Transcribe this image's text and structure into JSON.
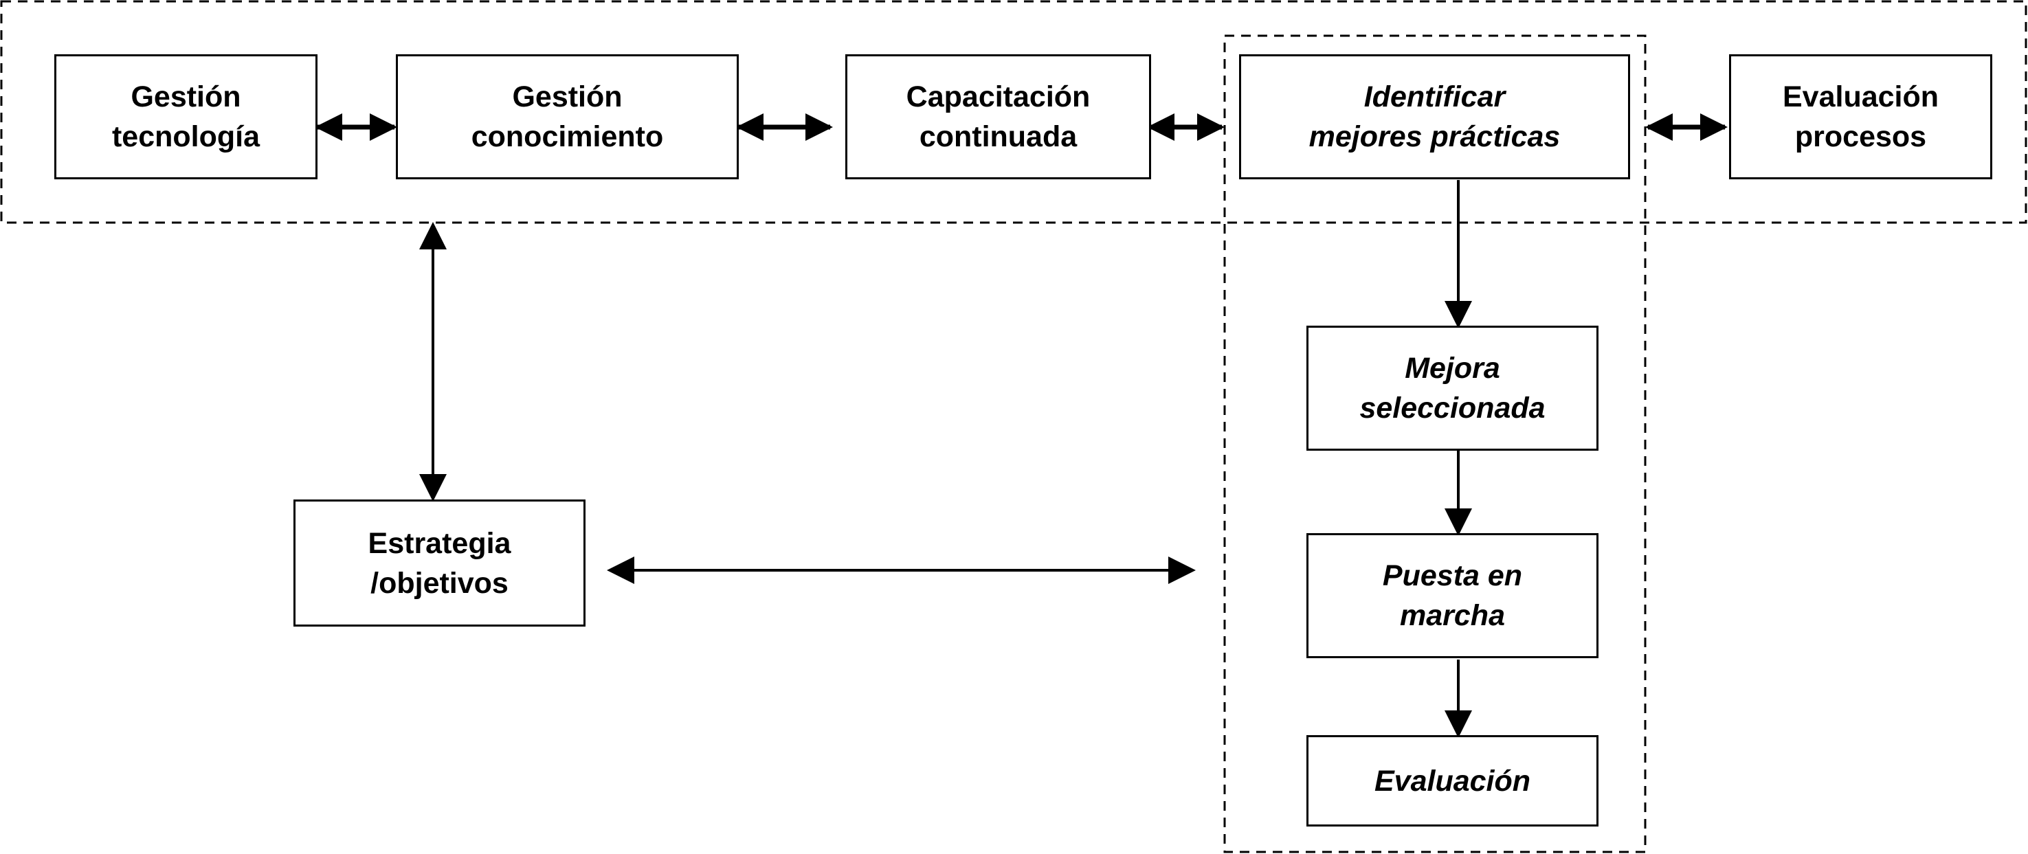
{
  "diagram": {
    "boxes": {
      "gestion_tecnologia": "Gestión\ntecnología",
      "gestion_conocimiento": "Gestión\nconocimiento",
      "capacitacion_continuada": "Capacitación\ncontinuada",
      "identificar_mejores_practicas": "Identificar\nmejores prácticas",
      "evaluacion_procesos": "Evaluación\nprocesos",
      "mejora_seleccionada": "Mejora\nseleccionada",
      "puesta_en_marcha": "Puesta en\nmarcha",
      "evaluacion": "Evaluación",
      "estrategia_objetivos": "Estrategia\n/objetivos"
    }
  }
}
